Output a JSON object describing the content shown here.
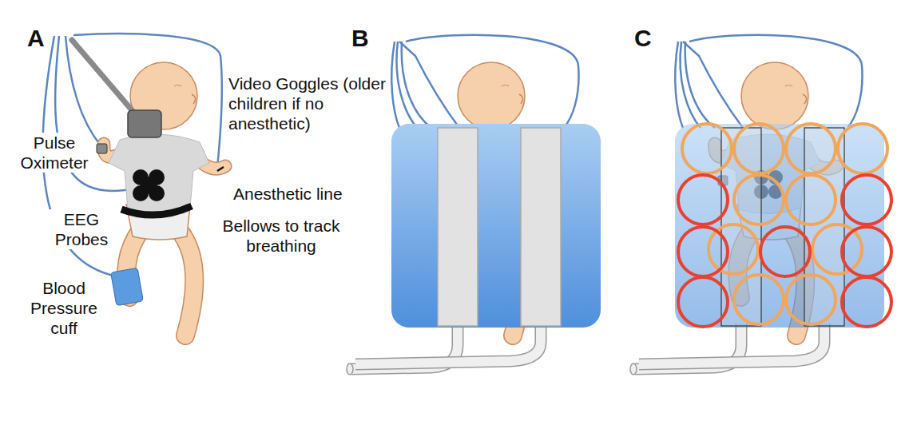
{
  "diagram": {
    "labels": [
      "A",
      "B",
      "C",
      "Video Goggles (older children if no anesthetic)",
      "Pulse Oximeter",
      "Anesthetic line",
      "Bellows to track breathing",
      "EEG Probes",
      "Blood Pressure cuff"
    ]
  }
}
